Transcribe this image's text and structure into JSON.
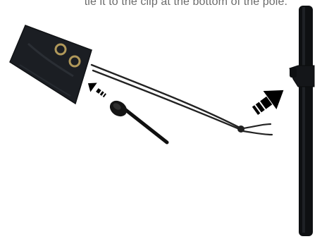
{
  "caption": {
    "text": "tie it to the clip at the bottom of the pole."
  },
  "illustration": {
    "items": [
      {
        "name": "bag"
      },
      {
        "name": "cord"
      },
      {
        "name": "stake"
      },
      {
        "name": "pole"
      }
    ],
    "arrows": [
      {
        "name": "arrow-to-bag",
        "direction": "up-left"
      },
      {
        "name": "arrow-to-pole",
        "direction": "up-right"
      }
    ],
    "colors": {
      "background": "#ffffff",
      "caption_text": "#6b6b6b",
      "bag": "#1b1e23",
      "pole": "#0e1012",
      "cord": "#232323",
      "grommet_ring": "#b0985a",
      "stake": "#101010",
      "arrow": "#000000"
    }
  }
}
